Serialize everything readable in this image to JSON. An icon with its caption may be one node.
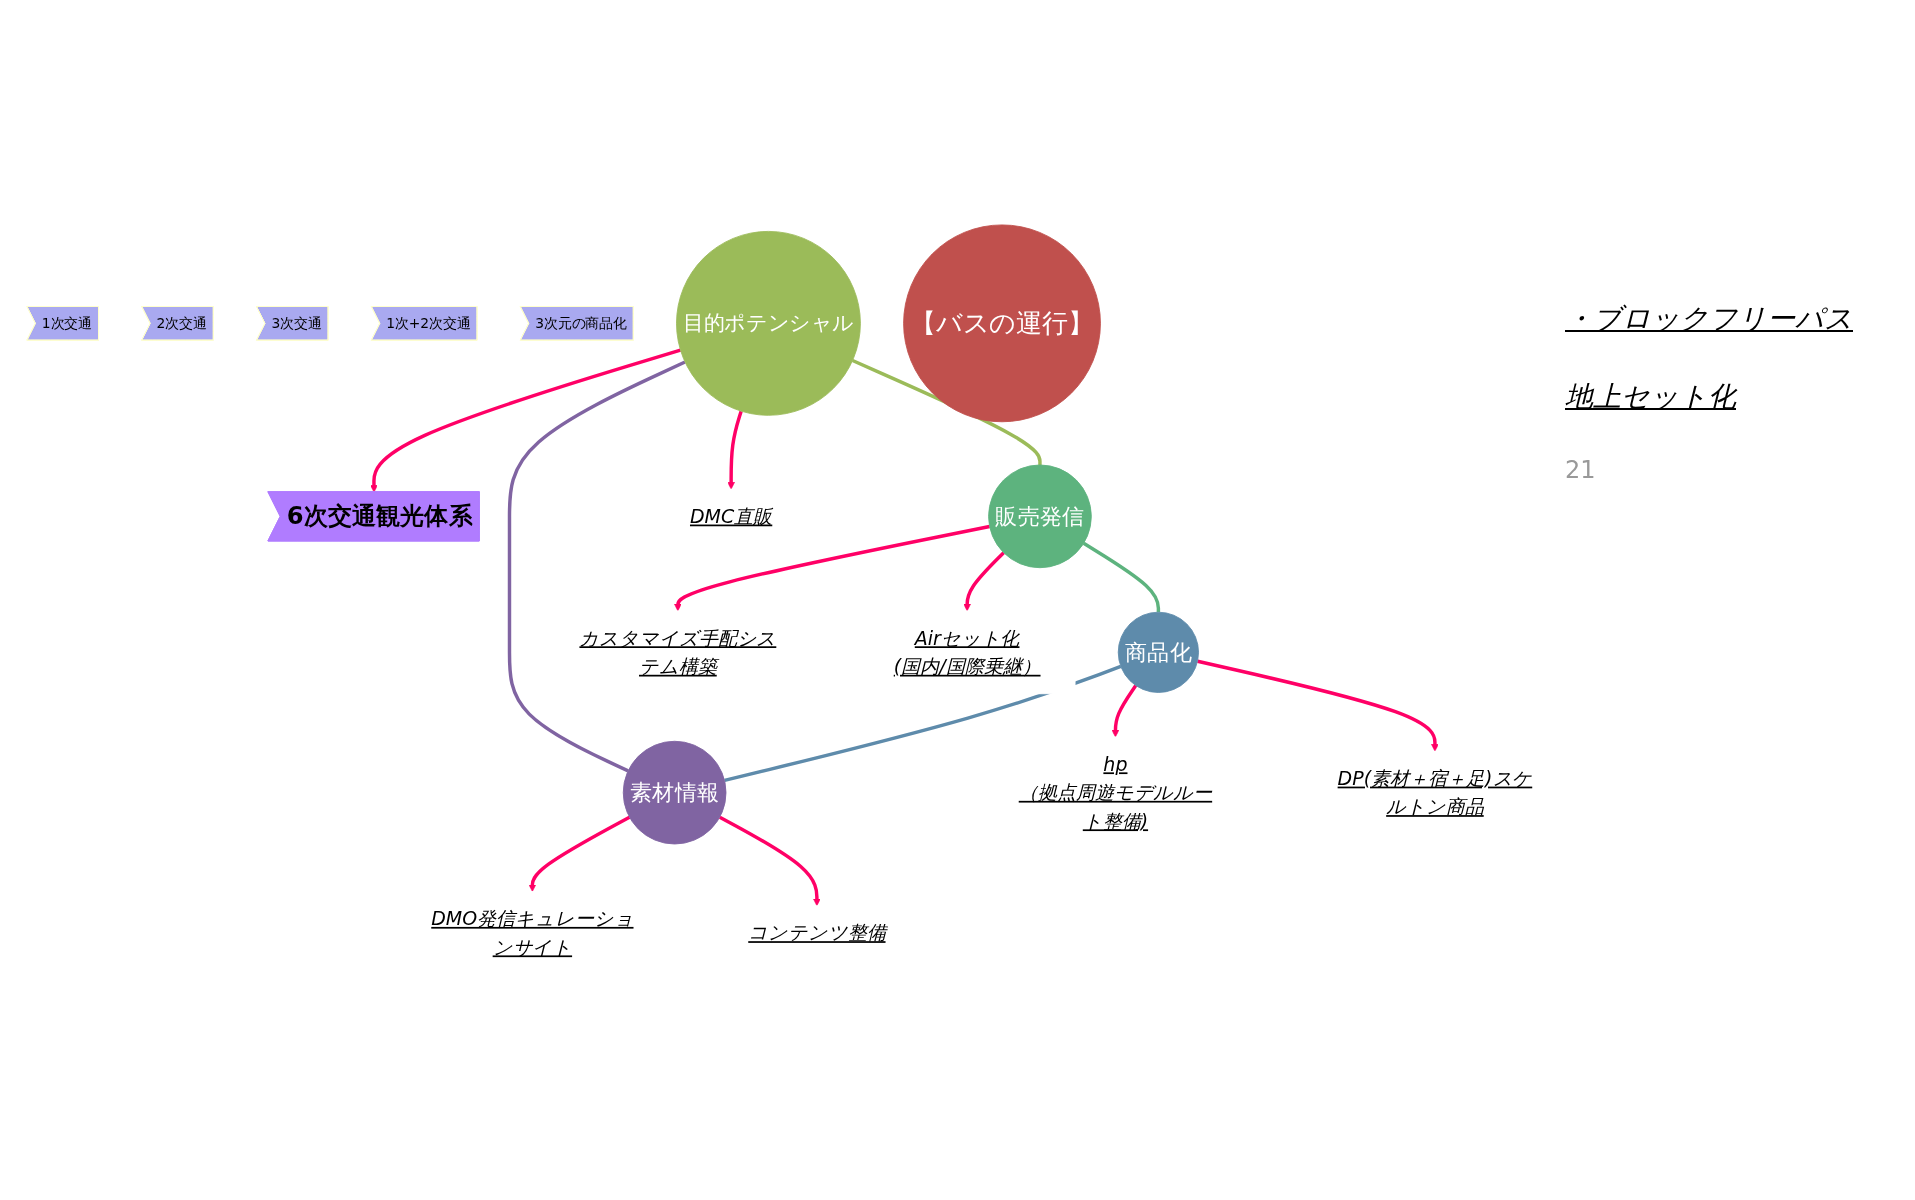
{
  "diagram": {
    "nodes": [
      {
        "text": [
          "1次交通"
        ]
      },
      {
        "text": [
          "2次交通"
        ]
      },
      {
        "text": [
          "3次交通"
        ]
      },
      {
        "text": [
          "1次+2次交通"
        ]
      },
      {
        "text": [
          "3次元の商品化"
        ]
      },
      {
        "text": [
          "6次交通観光体系"
        ]
      },
      {
        "text": [
          "目的ポテンシャル"
        ]
      },
      {
        "text": [
          "素材情報"
        ]
      },
      {
        "text": [
          "【バスの運行】"
        ]
      },
      {
        "text": [
          "販売発信"
        ]
      },
      {
        "text": [
          "商品化"
        ]
      },
      {
        "text": [
          "DMC直販"
        ]
      },
      {
        "text": [
          "DMO発信キュレーションサイト"
        ]
      },
      {
        "text": [
          "カスタマイズ手配システム構築"
        ]
      },
      {
        "text": [
          "コンテンツ整備"
        ]
      },
      {
        "text": [
          "Airセット化",
          "(国内/国際乗継）"
        ]
      },
      {
        "text": [
          "hp",
          "（拠点周遊モデルルート整備)"
        ]
      },
      {
        "text": [
          "DP(素材＋宿＋足)スケルトン商品"
        ]
      }
    ],
    "edges": [
      {
        "from": 6,
        "to": 9,
        "arrow": "none",
        "color": "#9bbb59"
      },
      {
        "from": 9,
        "to": 10,
        "arrow": "none",
        "color": "#5db37e"
      },
      {
        "from": 10,
        "to": 7,
        "arrow": "none",
        "color": "#5e8bab"
      },
      {
        "from": 7,
        "to": 6,
        "arrow": "none",
        "color": "#8064a2"
      },
      {
        "from": 6,
        "to": 11,
        "arrow": "to"
      },
      {
        "from": 7,
        "to": 12,
        "arrow": "to"
      },
      {
        "from": 6,
        "to": 5,
        "arrow": "to"
      },
      {
        "from": 9,
        "to": 13,
        "arrow": "to"
      },
      {
        "from": 7,
        "to": 14,
        "arrow": "to"
      },
      {
        "from": 9,
        "to": 15,
        "arrow": "to"
      },
      {
        "from": 10,
        "to": 16,
        "arrow": "to"
      },
      {
        "from": 10,
        "to": 17,
        "arrow": "to"
      }
    ],
    "labels": [
      "・ブロックフリーパス",
      "地上セット化",
      "21"
    ]
  }
}
